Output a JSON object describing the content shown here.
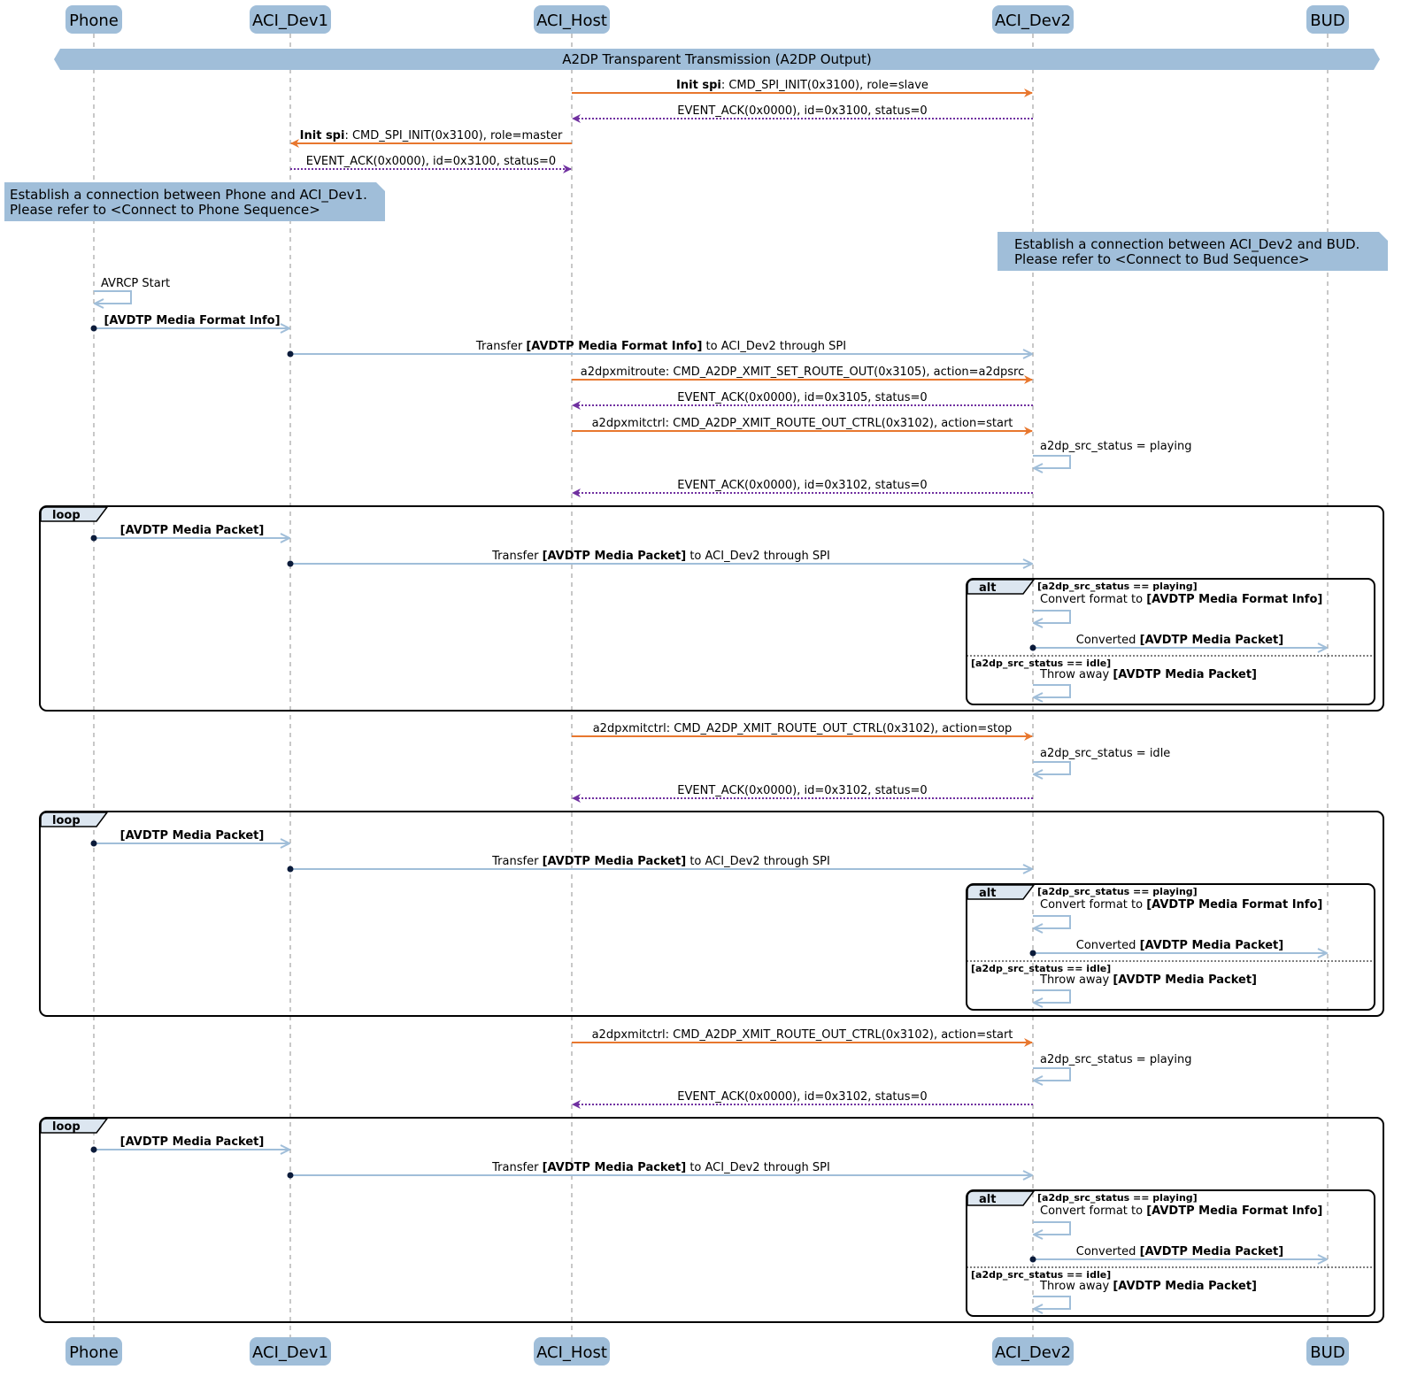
{
  "colors": {
    "participant_fill": "#A0BED9",
    "lifeline": "#909090",
    "sync_arrow": "#E8772E",
    "ack_arrow": "#7030A0",
    "data_arrow": "#A0BED9",
    "status_text": "#8B008B",
    "frame_header": "#DCE6F0"
  },
  "participants": [
    "Phone",
    "ACI_Dev1",
    "ACI_Host",
    "ACI_Dev2",
    "BUD"
  ],
  "divider": "A2DP Transparent Transmission (A2DP Output)",
  "notes": [
    [
      "Establish a connection between Phone and ACI_Dev1.",
      "Please refer to <Connect to Phone Sequence>"
    ],
    [
      "Establish a connection between ACI_Dev2 and BUD.",
      "Please refer to <Connect to Bud Sequence>"
    ]
  ],
  "messages": [
    [
      {
        "t": "Init spi",
        "b": true
      },
      {
        "t": ": CMD_SPI_INIT(0x3100), role=slave"
      }
    ],
    [
      {
        "t": "EVENT_ACK(0x0000), id=0x3100, status=0"
      }
    ],
    [
      {
        "t": "Init spi",
        "b": true
      },
      {
        "t": ": CMD_SPI_INIT(0x3100), role=master"
      }
    ],
    [
      {
        "t": "EVENT_ACK(0x0000), id=0x3100, status=0"
      }
    ],
    [
      {
        "t": "AVRCP Start"
      }
    ],
    [
      {
        "t": "[AVDTP Media Format Info]",
        "b": true
      }
    ],
    [
      {
        "t": "Transfer "
      },
      {
        "t": "[AVDTP Media Format Info]",
        "b": true
      },
      {
        "t": " to ACI_Dev2 through SPI"
      }
    ],
    [
      {
        "t": "a2dpxmitroute: CMD_A2DP_XMIT_SET_ROUTE_OUT(0x3105), action=a2dpsrc"
      }
    ],
    [
      {
        "t": "EVENT_ACK(0x0000), id=0x3105, status=0"
      }
    ],
    [
      {
        "t": "a2dpxmitctrl: CMD_A2DP_XMIT_ROUTE_OUT_CTRL(0x3102), action=start"
      }
    ],
    [
      {
        "t": "a2dp_src_status = playing"
      }
    ],
    [
      {
        "t": "EVENT_ACK(0x0000), id=0x3102, status=0"
      }
    ],
    [
      {
        "t": "[AVDTP Media Packet]",
        "b": true
      }
    ],
    [
      {
        "t": "Transfer "
      },
      {
        "t": "[AVDTP Media Packet]",
        "b": true
      },
      {
        "t": " to ACI_Dev2 through SPI"
      }
    ],
    [
      {
        "t": "Convert format to "
      },
      {
        "t": "[AVDTP Media Format Info]",
        "b": true
      }
    ],
    [
      {
        "t": "Converted "
      },
      {
        "t": "[AVDTP Media Packet]",
        "b": true
      }
    ],
    [
      {
        "t": "Throw away "
      },
      {
        "t": "[AVDTP Media Packet]",
        "b": true
      }
    ],
    [
      {
        "t": "a2dpxmitctrl: CMD_A2DP_XMIT_ROUTE_OUT_CTRL(0x3102), action=stop"
      }
    ],
    [
      {
        "t": "a2dp_src_status = idle"
      }
    ],
    [
      {
        "t": "EVENT_ACK(0x0000), id=0x3102, status=0"
      }
    ],
    [
      {
        "t": "[AVDTP Media Packet]",
        "b": true
      }
    ],
    [
      {
        "t": "Transfer "
      },
      {
        "t": "[AVDTP Media Packet]",
        "b": true
      },
      {
        "t": " to ACI_Dev2 through SPI"
      }
    ],
    [
      {
        "t": "Convert format to "
      },
      {
        "t": "[AVDTP Media Format Info]",
        "b": true
      }
    ],
    [
      {
        "t": "Converted "
      },
      {
        "t": "[AVDTP Media Packet]",
        "b": true
      }
    ],
    [
      {
        "t": "Throw away "
      },
      {
        "t": "[AVDTP Media Packet]",
        "b": true
      }
    ],
    [
      {
        "t": "a2dpxmitctrl: CMD_A2DP_XMIT_ROUTE_OUT_CTRL(0x3102), action=start"
      }
    ],
    [
      {
        "t": "a2dp_src_status = playing"
      }
    ],
    [
      {
        "t": "EVENT_ACK(0x0000), id=0x3102, status=0"
      }
    ],
    [
      {
        "t": "[AVDTP Media Packet]",
        "b": true
      }
    ],
    [
      {
        "t": "Transfer "
      },
      {
        "t": "[AVDTP Media Packet]",
        "b": true
      },
      {
        "t": " to ACI_Dev2 through SPI"
      }
    ],
    [
      {
        "t": "Convert format to "
      },
      {
        "t": "[AVDTP Media Format Info]",
        "b": true
      }
    ],
    [
      {
        "t": "Converted "
      },
      {
        "t": "[AVDTP Media Packet]",
        "b": true
      }
    ],
    [
      {
        "t": "Throw away "
      },
      {
        "t": "[AVDTP Media Packet]",
        "b": true
      }
    ]
  ],
  "frames": {
    "loop_label": "loop",
    "alt_label": "alt",
    "guard_playing": "[a2dp_src_status == playing]",
    "guard_idle": "[a2dp_src_status == idle]"
  }
}
